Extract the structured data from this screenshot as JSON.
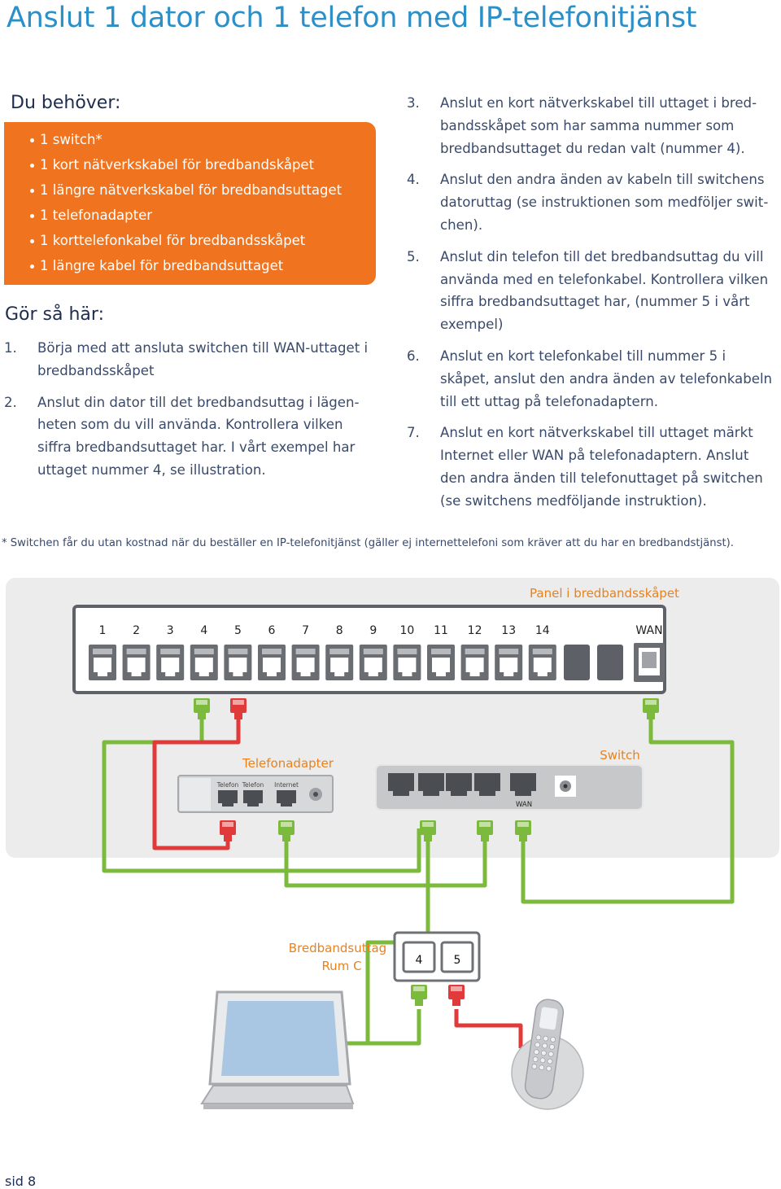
{
  "title": "Anslut 1 dator och 1 telefon med IP-telefonitjänst",
  "needs": {
    "heading": "Du behöver:",
    "items": [
      "1 switch*",
      "1 kort nätverkskabel för bredbandskåpet",
      "1 längre nätverkskabel för bredbandsuttaget",
      "1 telefonadapter",
      "1 korttelefonkabel för bredbandsskåpet",
      "1 längre kabel för bredbandsuttaget"
    ]
  },
  "howto": {
    "heading": "Gör så här:",
    "steps": [
      {
        "num": "1.",
        "text": "Börja med att ansluta switchen till WAN-uttaget i bredbandsskåpet"
      },
      {
        "num": "2.",
        "text": "Anslut din dator till det bredbandsuttag i lägen­heten som du vill använda. Kontrollera vilken siffra bredbandsuttaget har. I vårt exempel har uttaget nummer 4, se illustration."
      },
      {
        "num": "3.",
        "text": "Anslut en kort nätverkskabel till uttaget i bred­bandsskåpet som har samma nummer som bred­bandsuttaget du redan valt (nummer 4)."
      },
      {
        "num": "4.",
        "text": "Anslut den andra änden av kabeln till switchens datoruttag (se instruktionen som medföljer swit­chen)."
      },
      {
        "num": "5.",
        "text": "Anslut din telefon till det bredbandsuttag du vill använda med en telefonkabel. Kontrollera vilken siffra bredbandsuttaget har, (nummer 5 i vårt exempel)"
      },
      {
        "num": "6.",
        "text": "Anslut en kort telefonkabel till nummer 5 i skåpet, anslut den andra änden av telefonkabeln till ett uttag på telefonadaptern."
      },
      {
        "num": "7.",
        "text": "Anslut en kort nätverkskabel till uttaget märkt Internet eller WAN på telefonadaptern. Anslut den andra änden till telefonuttaget på switchen (se switchens medföljande instruktion)."
      }
    ]
  },
  "footnote": "* Switchen får du utan kostnad när du beställer en IP-telefonitjänst (gäller ej internettelefoni som kräver att du har en bredbandstjänst).",
  "diagram": {
    "panel_label": "Panel i bredbandsskåpet",
    "panel_ports": [
      "1",
      "2",
      "3",
      "4",
      "5",
      "6",
      "7",
      "8",
      "9",
      "10",
      "11",
      "12",
      "13",
      "14"
    ],
    "panel_wan": "WAN",
    "adapter_label": "Telefonadapter",
    "adapter_ports": [
      "Telefon",
      "Telefon",
      "Internet"
    ],
    "switch_label": "Switch",
    "switch_wan": "WAN",
    "outlet_label_line1": "Bredbandsuttag",
    "outlet_label_line2": "Rum C",
    "outlet_ports": [
      "4",
      "5"
    ]
  },
  "page_number": "sid 8",
  "colors": {
    "title_blue": "#2b8fc8",
    "orange": "#f0741f",
    "diagram_label_orange": "#e8821e",
    "cable_green": "#7cba3d",
    "cable_red": "#e03a3a"
  }
}
